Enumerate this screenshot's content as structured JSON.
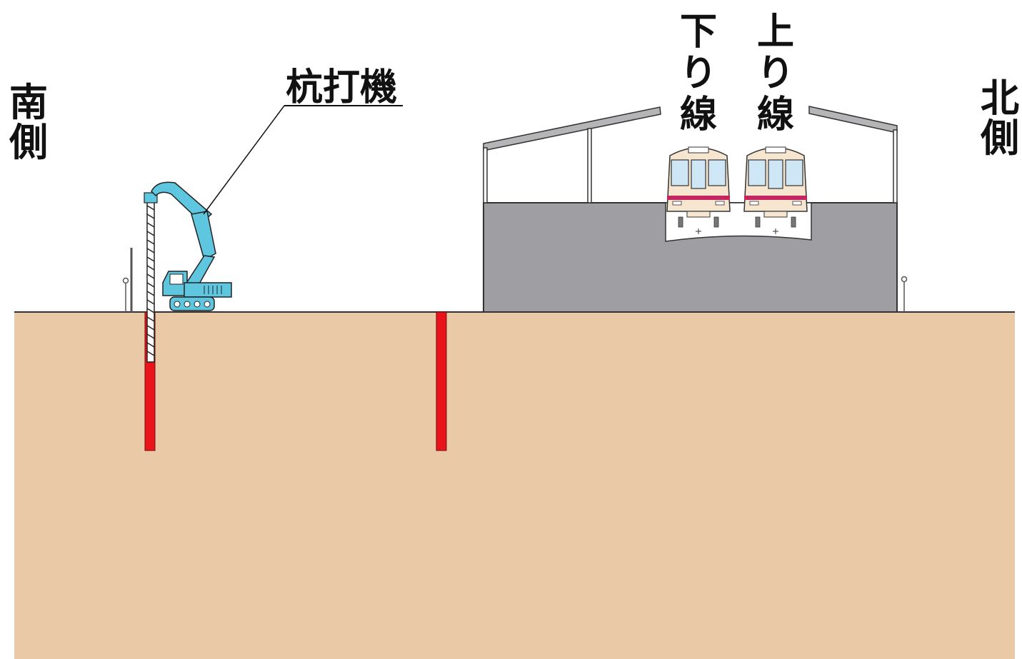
{
  "labels": {
    "south": "南側",
    "north": "北側",
    "machine": "杭打機",
    "down_line": "下り線",
    "up_line": "上り線"
  },
  "colors": {
    "ground": "#e9c9a6",
    "structure": "#9f9fa3",
    "pile": "#e8141b",
    "machine": "#5fc6e0",
    "train_body": "#f6e6cf",
    "train_stripe": "#c4245f",
    "train_window": "#cfe6f6"
  },
  "icons": {
    "machine": "pile-driver-icon",
    "train_down": "train-front-icon",
    "train_up": "train-front-icon"
  }
}
